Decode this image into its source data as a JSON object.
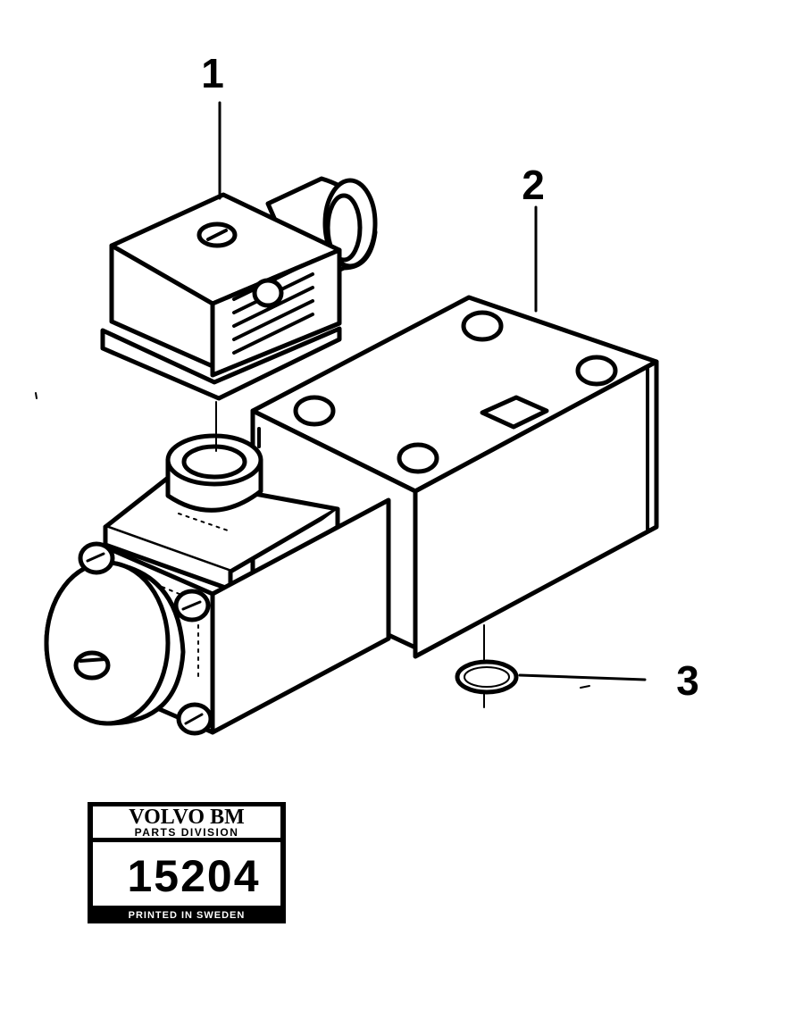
{
  "callouts": {
    "part_1": "1",
    "part_2": "2",
    "part_3": "3"
  },
  "stamp": {
    "brand": "VOLVO BM",
    "division": "PARTS DIVISION",
    "drawing_number": "15204",
    "footer": "PRINTED IN SWEDEN"
  }
}
